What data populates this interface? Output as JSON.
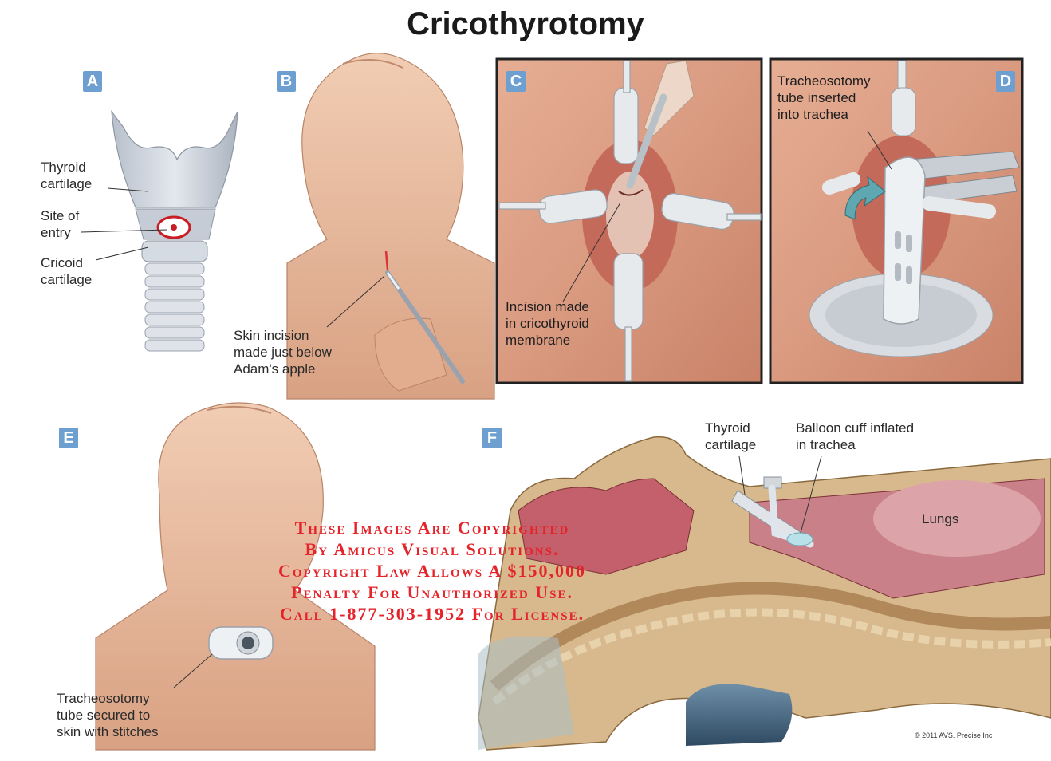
{
  "title": "Cricothyrotomy",
  "panels": {
    "a": {
      "letter": "A",
      "labels": {
        "thyroid_cartilage": "Thyroid\ncartilage",
        "site_of_entry": "Site of\nentry",
        "cricoid_cartilage": "Cricoid\ncartilage"
      }
    },
    "b": {
      "letter": "B",
      "labels": {
        "skin_incision": "Skin incision\nmade just below\nAdam's apple"
      }
    },
    "c": {
      "letter": "C",
      "labels": {
        "incision": "Incision made\nin cricothyroid\nmembrane"
      }
    },
    "d": {
      "letter": "D",
      "labels": {
        "tube_inserted": "Tracheosotomy\ntube inserted\ninto trachea"
      }
    },
    "e": {
      "letter": "E",
      "labels": {
        "tube_secured": "Tracheosotomy\ntube secured to\nskin with stitches"
      }
    },
    "f": {
      "letter": "F",
      "labels": {
        "thyroid_cartilage": "Thyroid\ncartilage",
        "balloon_cuff": "Balloon cuff inflated\nin trachea",
        "lungs": "Lungs"
      }
    }
  },
  "watermark": {
    "lines": [
      "These Images Are Copyrighted",
      "By Amicus Visual Solutions.",
      "Copyright Law Allows A $150,000",
      "Penalty For Unauthorized Use.",
      "Call 1-877-303-1952 For License."
    ]
  },
  "credit": "© 2011 AVS. Precise Inc",
  "colors": {
    "panel_letter_bg": "#6e9fd1",
    "watermark": "#e4232a",
    "skin": "#e9b898",
    "cartilage": "#cfd6df",
    "tissue_red": "#c9676a"
  }
}
